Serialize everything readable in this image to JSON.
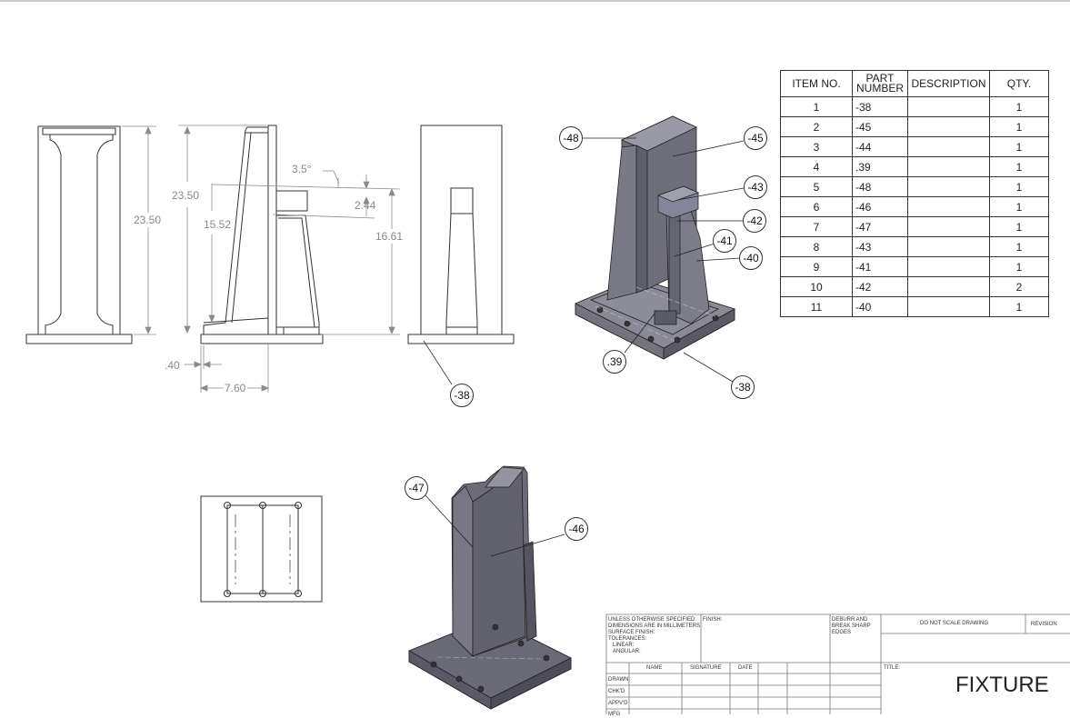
{
  "views": {
    "front_dims": {
      "height": "23.50"
    },
    "side_dims": {
      "overall_height": "23.50",
      "inner_height": "15.52",
      "angle": "3.5°",
      "slot": "2.44",
      "upper_height": "16.61",
      "plate_offset": ".40",
      "width": "7.60"
    },
    "right_view_balloon": "-38"
  },
  "balloons_top": [
    "-48",
    "-45",
    "-43",
    "-42",
    "-41",
    "-40",
    ".39",
    "-38"
  ],
  "balloons_bottom": [
    "-47",
    "-46"
  ],
  "bom": {
    "headers": {
      "item": "ITEM NO.",
      "part_line1": "PART",
      "part_line2": "NUMBER",
      "desc": "DESCRIPTION",
      "qty": "QTY."
    },
    "rows": [
      {
        "item": "1",
        "part": "-38",
        "desc": "",
        "qty": "1"
      },
      {
        "item": "2",
        "part": "-45",
        "desc": "",
        "qty": "1"
      },
      {
        "item": "3",
        "part": "-44",
        "desc": "",
        "qty": "1"
      },
      {
        "item": "4",
        "part": ".39",
        "desc": "",
        "qty": "1"
      },
      {
        "item": "5",
        "part": "-48",
        "desc": "",
        "qty": "1"
      },
      {
        "item": "6",
        "part": "-46",
        "desc": "",
        "qty": "1"
      },
      {
        "item": "7",
        "part": "-47",
        "desc": "",
        "qty": "1"
      },
      {
        "item": "8",
        "part": "-43",
        "desc": "",
        "qty": "1"
      },
      {
        "item": "9",
        "part": "-41",
        "desc": "",
        "qty": "1"
      },
      {
        "item": "10",
        "part": "-42",
        "desc": "",
        "qty": "2"
      },
      {
        "item": "11",
        "part": "-40",
        "desc": "",
        "qty": "1"
      }
    ]
  },
  "title_block": {
    "notes": [
      "UNLESS OTHERWISE SPECIFIED:",
      "DIMENSIONS ARE IN MILLIMETERS",
      "SURFACE FINISH:",
      "TOLERANCES:",
      "LINEAR:",
      "ANGULAR:"
    ],
    "finish": "FINISH:",
    "deburr": [
      "DEBURR AND",
      "BREAK SHARP",
      "EDGES"
    ],
    "do_not_scale": "DO NOT SCALE DRAWING",
    "revision": "REVISION",
    "name": "NAME",
    "signature": "SIGNATURE",
    "date": "DATE",
    "rows": [
      "DRAWN",
      "CHK'D",
      "APPV'D",
      "MFG"
    ],
    "title_label": "TITLE:",
    "title": "FIXTURE"
  }
}
